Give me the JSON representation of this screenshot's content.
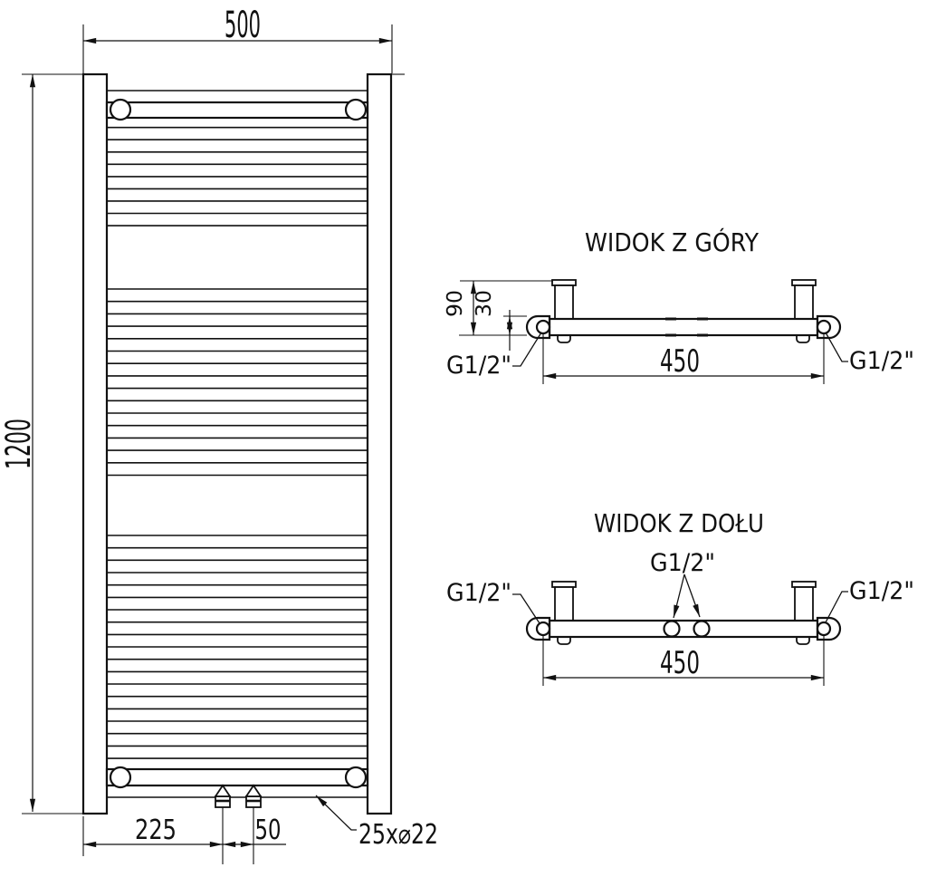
{
  "front_view": {
    "width": "500",
    "height": "1200",
    "valve_offset": "225",
    "valve_spacing": "50",
    "tube_spec": "25x⌀22"
  },
  "top_view": {
    "title": "WIDOK Z GÓRY",
    "depth": "90",
    "pipe_offset": "30",
    "connection_spacing": "450",
    "thread_left": "G1/2\"",
    "thread_right": "G1/2\""
  },
  "bottom_view": {
    "title": "WIDOK Z DOŁU",
    "connection_spacing": "450",
    "thread_left": "G1/2\"",
    "thread_center": "G1/2\"",
    "thread_right": "G1/2\""
  },
  "colors": {
    "line_color": "#111111",
    "background": "#ffffff"
  }
}
